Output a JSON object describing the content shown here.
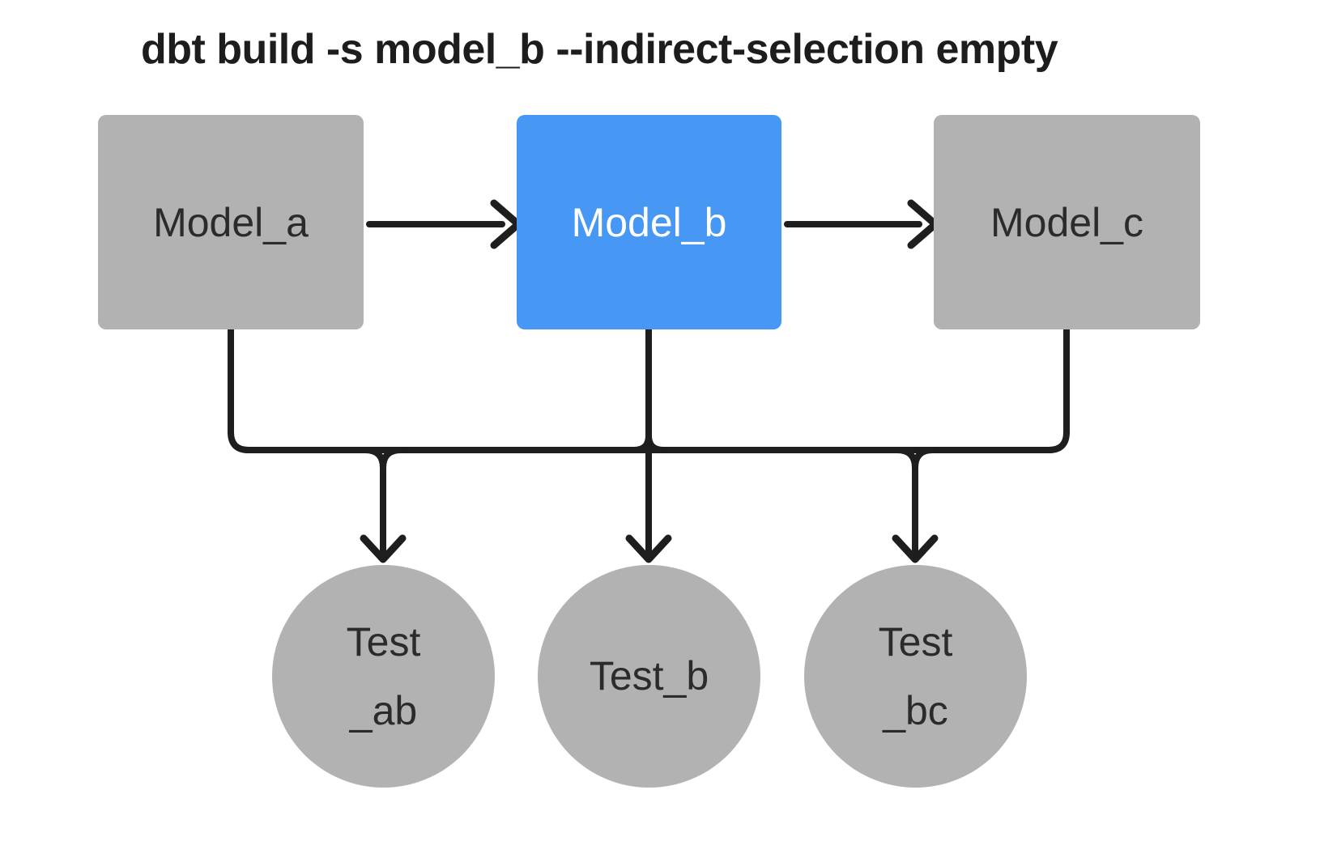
{
  "title": {
    "command": "dbt build -s model_b --indirect-selection empty"
  },
  "diagram": {
    "models": [
      {
        "id": "model_a",
        "label": "Model_a",
        "state": "unselected"
      },
      {
        "id": "model_b",
        "label": "Model_b",
        "state": "selected"
      },
      {
        "id": "model_c",
        "label": "Model_c",
        "state": "unselected"
      }
    ],
    "tests": [
      {
        "id": "test_ab",
        "line1": "Test",
        "line2": "_ab"
      },
      {
        "id": "test_b",
        "line1": "Test_b",
        "line2": ""
      },
      {
        "id": "test_bc",
        "line1": "Test",
        "line2": "_bc"
      }
    ],
    "edges": [
      "model_a -> model_b",
      "model_b -> model_c",
      "model_a -> test_ab",
      "model_b -> test_ab",
      "model_b -> test_b",
      "model_b -> test_bc",
      "model_c -> test_bc"
    ]
  },
  "colors": {
    "selected_fill": "#4797f4",
    "unselected_fill": "#b2b2b2",
    "edge": "#1e1e1e",
    "text_dark": "#2b2b2b",
    "text_light": "#ffffff",
    "background": "#ffffff"
  }
}
